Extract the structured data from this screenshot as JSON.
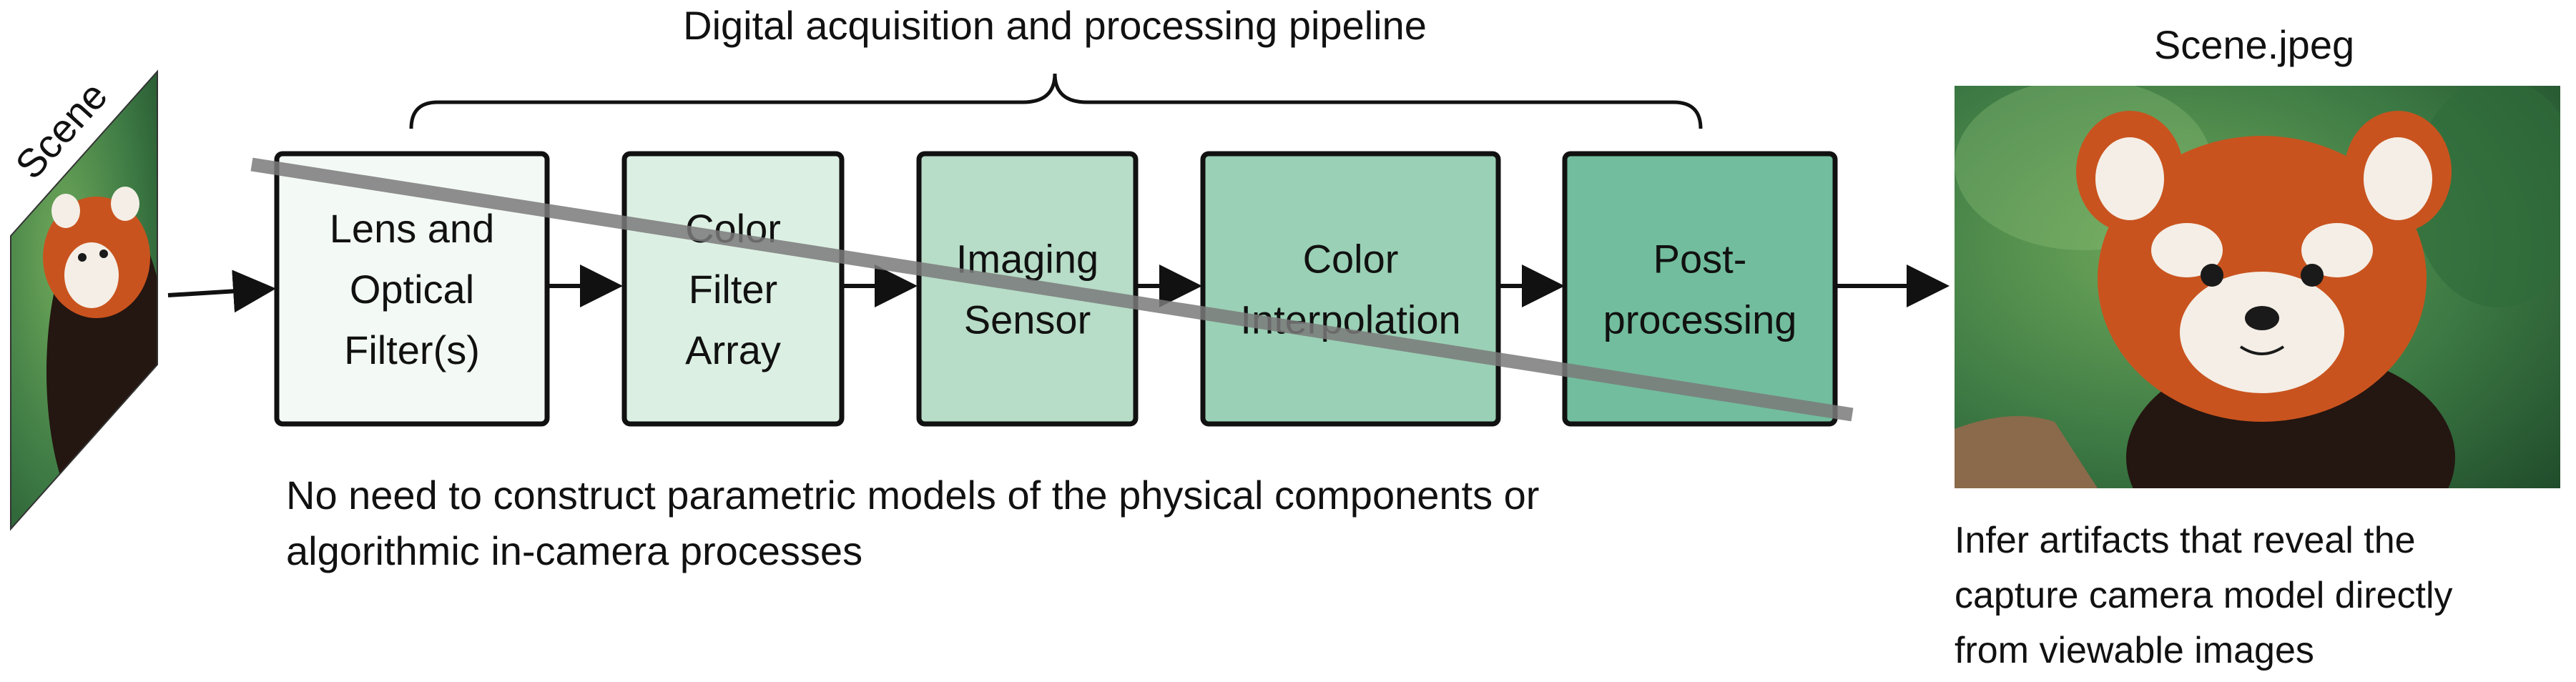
{
  "pipeline_title": "Digital acquisition and processing pipeline",
  "scene_label": "Scene",
  "output_label": "Scene.jpeg",
  "stages": [
    {
      "lines": [
        "Lens and",
        "Optical",
        "Filter(s)"
      ],
      "color": "#f3f9f4"
    },
    {
      "lines": [
        "Color",
        "Filter",
        "Array"
      ],
      "color": "#dcefe3"
    },
    {
      "lines": [
        "Imaging",
        "Sensor"
      ],
      "color": "#b7dcc7"
    },
    {
      "lines": [
        "Color",
        "Interpolation"
      ],
      "color": "#9ad0b5"
    },
    {
      "lines": [
        "Post-",
        "processing"
      ],
      "color": "#72bd9d"
    }
  ],
  "note_lines": [
    "No need to construct parametric models of the physical components or",
    "algorithmic in-camera processes"
  ],
  "output_note_lines": [
    "Infer artifacts that reveal the",
    "capture camera model directly",
    "from viewable images"
  ],
  "colors": {
    "stroke": "#111111",
    "strike": "#7a7a7a",
    "photo_bg": "#3d7a44",
    "fur_red": "#c9531e",
    "fur_white": "#f4eee6",
    "fur_dark": "#2a1a12"
  }
}
